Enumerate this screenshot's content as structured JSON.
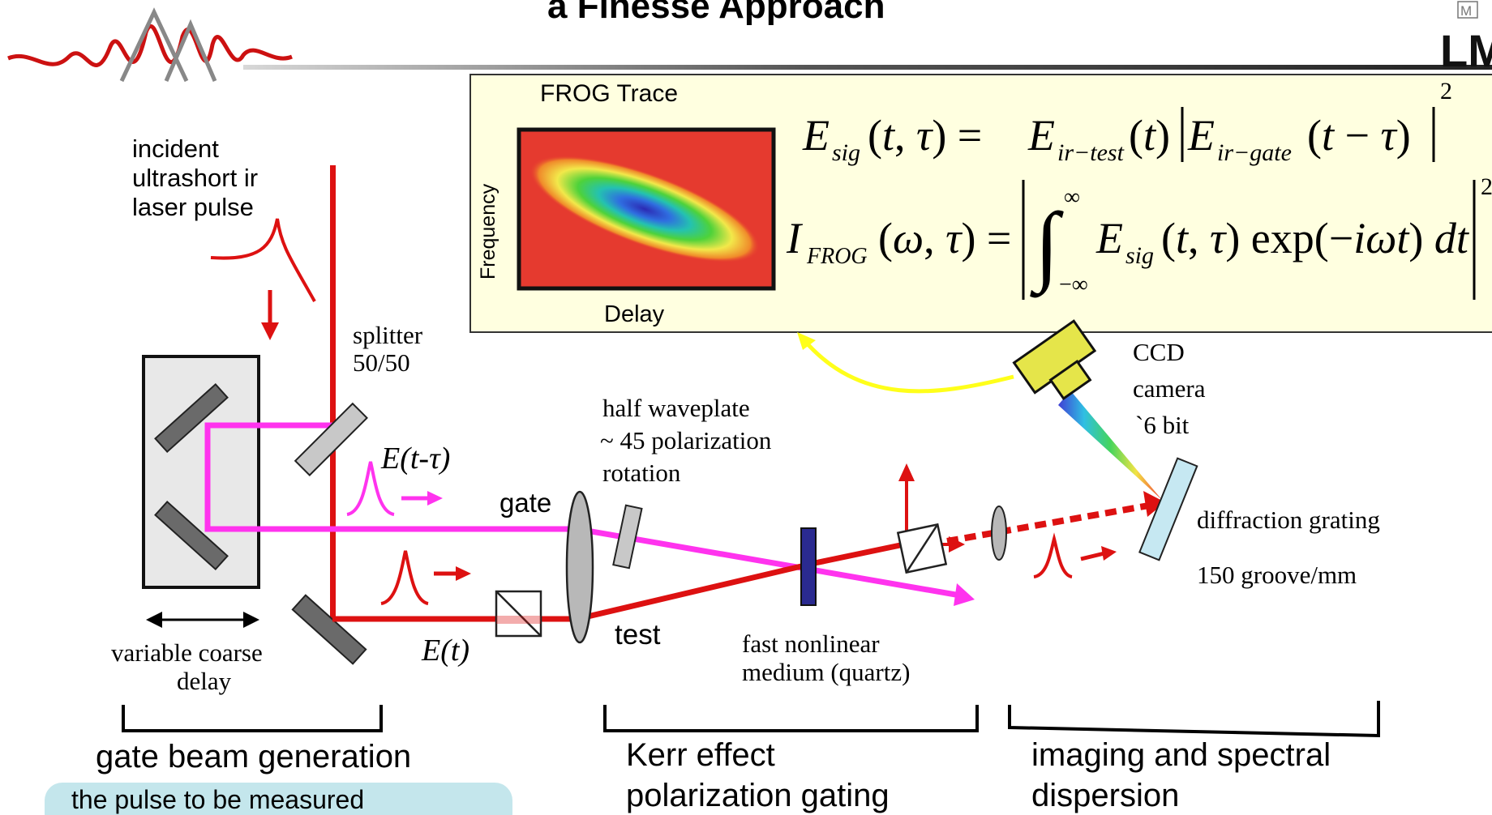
{
  "title": "a Finesse Approach",
  "corner_logo": "LM",
  "corner_logo_small": "M",
  "frog_panel": {
    "trace_title": "FROG Trace",
    "y_axis": "Frequency",
    "x_axis": "Delay"
  },
  "labels": {
    "incident": [
      "incident",
      "ultrashort ir",
      "laser pulse"
    ],
    "splitter": [
      "splitter",
      "50/50"
    ],
    "gate_field": "E(t-τ)",
    "test_field": "E(t)",
    "gate": "gate",
    "test": "test",
    "half_waveplate": [
      "half waveplate",
      "~ 45 polarization",
      "rotation"
    ],
    "ccd": [
      "CCD",
      "camera",
      "`6 bit"
    ],
    "diffraction": "diffraction grating",
    "groove": "150 groove/mm",
    "variable_delay": [
      "variable  coarse",
      "delay"
    ],
    "nonlinear": [
      "fast nonlinear",
      "medium (quartz)"
    ]
  },
  "sections": {
    "gate_beam": "gate beam generation",
    "kerr": [
      "Kerr effect",
      "polarization gating"
    ],
    "imaging": [
      "imaging and spectral",
      "dispersion"
    ]
  },
  "note": "the pulse to be measured",
  "colors": {
    "ir_beam": "#dd1111",
    "gate_beam": "#ff33ee",
    "panel_bg": "#ffffe0",
    "note_bg": "#c4e6ec",
    "ccd": "#e5e54a",
    "grating": "#c6e8f2"
  }
}
